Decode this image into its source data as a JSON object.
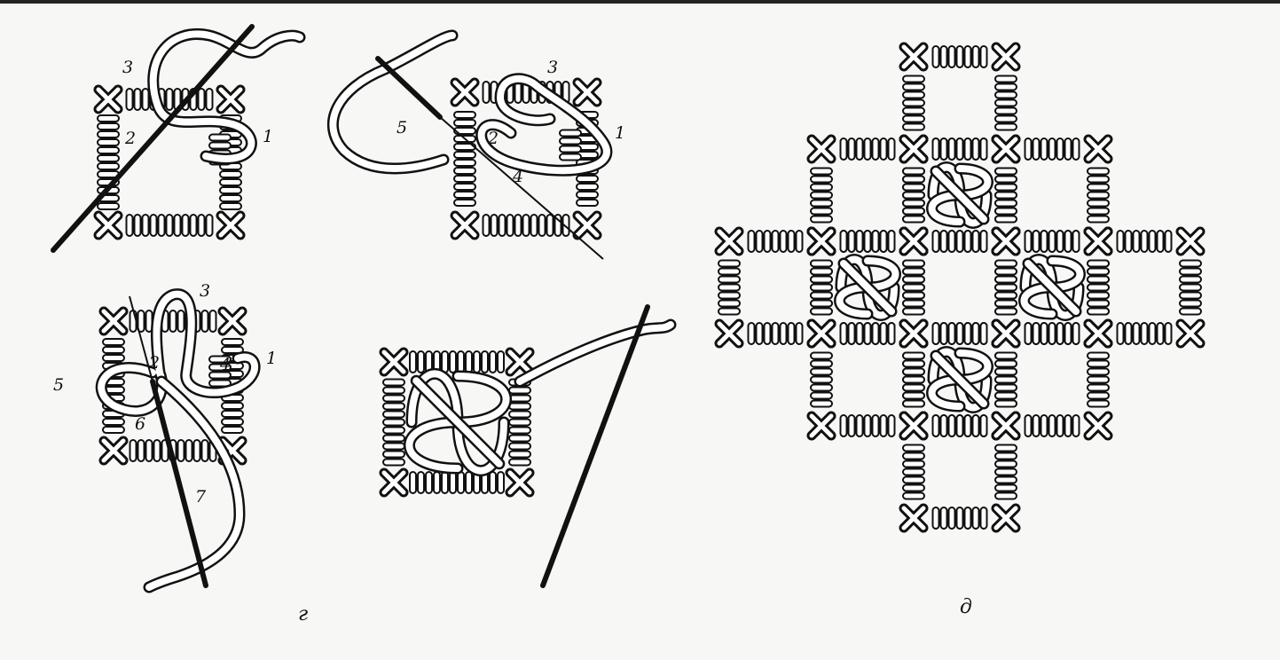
{
  "figure_labels": {
    "left_group": "г",
    "right_group": "д"
  },
  "step_numbers": {
    "panel1": [
      "1",
      "2",
      "3"
    ],
    "panel2": [
      "1",
      "2",
      "3",
      "4",
      "5"
    ],
    "panel3": [
      "1",
      "2",
      "3",
      "4",
      "5",
      "6",
      "7"
    ]
  },
  "colors": {
    "ink": "#111111",
    "paper": "#f7f7f5",
    "thread_fill": "#ffffff"
  }
}
